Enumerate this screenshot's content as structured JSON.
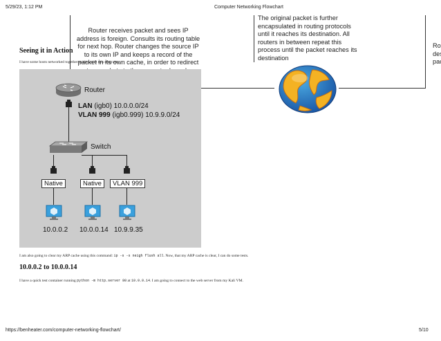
{
  "print_header": {
    "datetime": "5/29/23, 1:12 PM",
    "title": "Computer Networking Flowchart"
  },
  "print_footer": {
    "url": "https://benheater.com/computer-networking-flowchart/",
    "page": "5/10"
  },
  "callouts": {
    "router_receives": "Router receives packet and sees IP address is foreign. Consults its routing table for next hop. Router changes the source IP to its own IP and keeps a record of the packet in its own cache, in order to redirect return packets to the requester based on source",
    "encapsulated": "The original packet is further encapsulated in routing protocols until it reaches its destination. All routers in between repeat this process until the packet reaches its destination",
    "right_cut": "Rout\ndest\npack"
  },
  "article": {
    "heading_seeing": "Seeing it in Action",
    "intro": "I have some hosts networked together as shown in this diagram:",
    "arp_pre": "I am also going to clear my ARP cache using this command: ",
    "arp_cmd": "ip -s -s neigh flush all",
    "arp_post": ". Now, that my ARP cache is clear, I can do some tests.",
    "heading_test": "10.0.0.2 to 10.0.0.14",
    "test_pre": "I have a quick test container running ",
    "test_cmd": "python -m http.server 80",
    "test_mid": " at ",
    "test_ip": "10.0.0.14",
    "test_post": ". I am going to connect to the web server from my Kali VM."
  },
  "diagram": {
    "router_label": "Router",
    "lan_bold": "LAN",
    "lan_rest": " (igb0) 10.0.0.0/24",
    "vlan_bold": "VLAN 999",
    "vlan_rest": " (igb0.999) 10.9.9.0/24",
    "switch_label": "Switch",
    "hosts": [
      {
        "tag": "Native",
        "ip": "10.0.0.2"
      },
      {
        "tag": "Native",
        "ip": "10.0.0.14"
      },
      {
        "tag": "VLAN 999",
        "ip": "10.9.9.35"
      }
    ]
  }
}
